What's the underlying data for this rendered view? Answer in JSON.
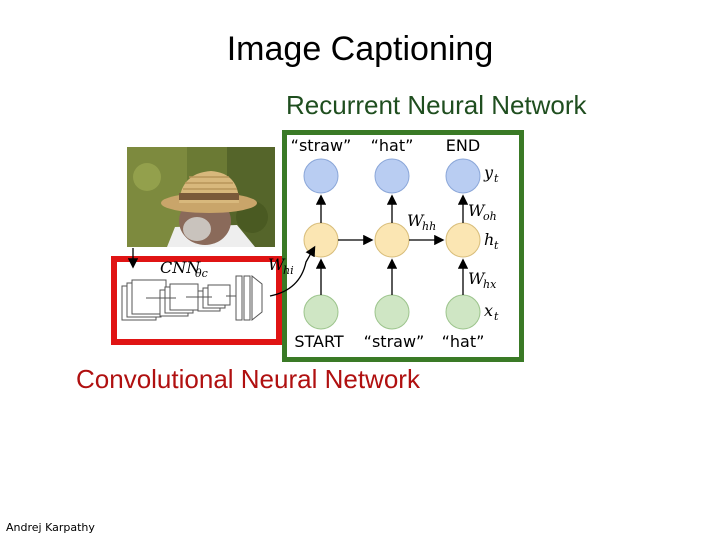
{
  "title": "Image Captioning",
  "rnn_label": "Recurrent Neural Network",
  "cnn_label": "Convolutional Neural Network",
  "author": "Andrej Karpathy",
  "diagram": {
    "output_tokens": [
      "“straw”",
      "“hat”",
      "END"
    ],
    "input_tokens": [
      "START",
      "“straw”",
      "“hat”"
    ],
    "cnn_symbol": "CNN",
    "cnn_subscript": "θc",
    "symbols": {
      "y": "y",
      "y_sub": "t",
      "w_oh": "W",
      "w_oh_sub": "oh",
      "w_hh": "W",
      "w_hh_sub": "hh",
      "h": "h",
      "h_sub": "t",
      "w_hx": "W",
      "w_hx_sub": "hx",
      "x": "x",
      "x_sub": "t",
      "w_hi": "W",
      "w_hi_sub": "hi"
    }
  },
  "colors": {
    "rnn_border": "#3a7a26",
    "cnn_border": "#e01414",
    "output_node": "#b9cdf2",
    "hidden_node": "#fbe6b3",
    "input_node": "#cfe6c4"
  }
}
